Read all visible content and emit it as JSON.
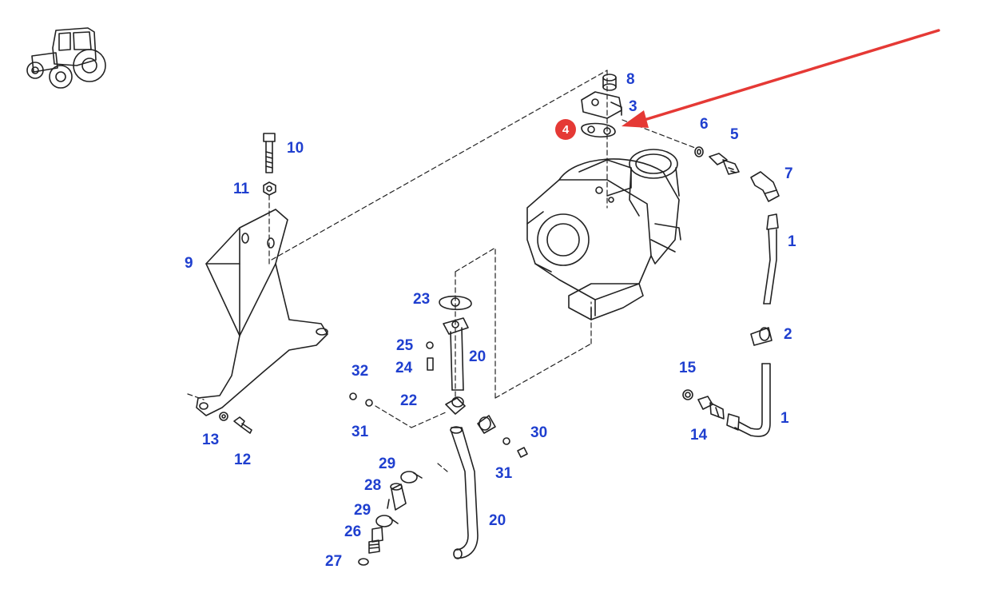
{
  "diagram": {
    "highlight": {
      "part": "4",
      "color": "#e53935"
    },
    "label_color": "#1f3fcf",
    "icon": "tractor-icon",
    "labels": [
      {
        "id": "8",
        "text": "8"
      },
      {
        "id": "3",
        "text": "3"
      },
      {
        "id": "6",
        "text": "6"
      },
      {
        "id": "5",
        "text": "5"
      },
      {
        "id": "7",
        "text": "7"
      },
      {
        "id": "10",
        "text": "10"
      },
      {
        "id": "11",
        "text": "11"
      },
      {
        "id": "9",
        "text": "9"
      },
      {
        "id": "1a",
        "text": "1"
      },
      {
        "id": "2",
        "text": "2"
      },
      {
        "id": "1b",
        "text": "1"
      },
      {
        "id": "15",
        "text": "15"
      },
      {
        "id": "14",
        "text": "14"
      },
      {
        "id": "23",
        "text": "23"
      },
      {
        "id": "25",
        "text": "25"
      },
      {
        "id": "24",
        "text": "24"
      },
      {
        "id": "20a",
        "text": "20"
      },
      {
        "id": "32",
        "text": "32"
      },
      {
        "id": "22",
        "text": "22"
      },
      {
        "id": "31a",
        "text": "31"
      },
      {
        "id": "30",
        "text": "30"
      },
      {
        "id": "31b",
        "text": "31"
      },
      {
        "id": "13",
        "text": "13"
      },
      {
        "id": "12",
        "text": "12"
      },
      {
        "id": "29a",
        "text": "29"
      },
      {
        "id": "28",
        "text": "28"
      },
      {
        "id": "29b",
        "text": "29"
      },
      {
        "id": "26",
        "text": "26"
      },
      {
        "id": "27",
        "text": "27"
      },
      {
        "id": "20b",
        "text": "20"
      }
    ]
  }
}
